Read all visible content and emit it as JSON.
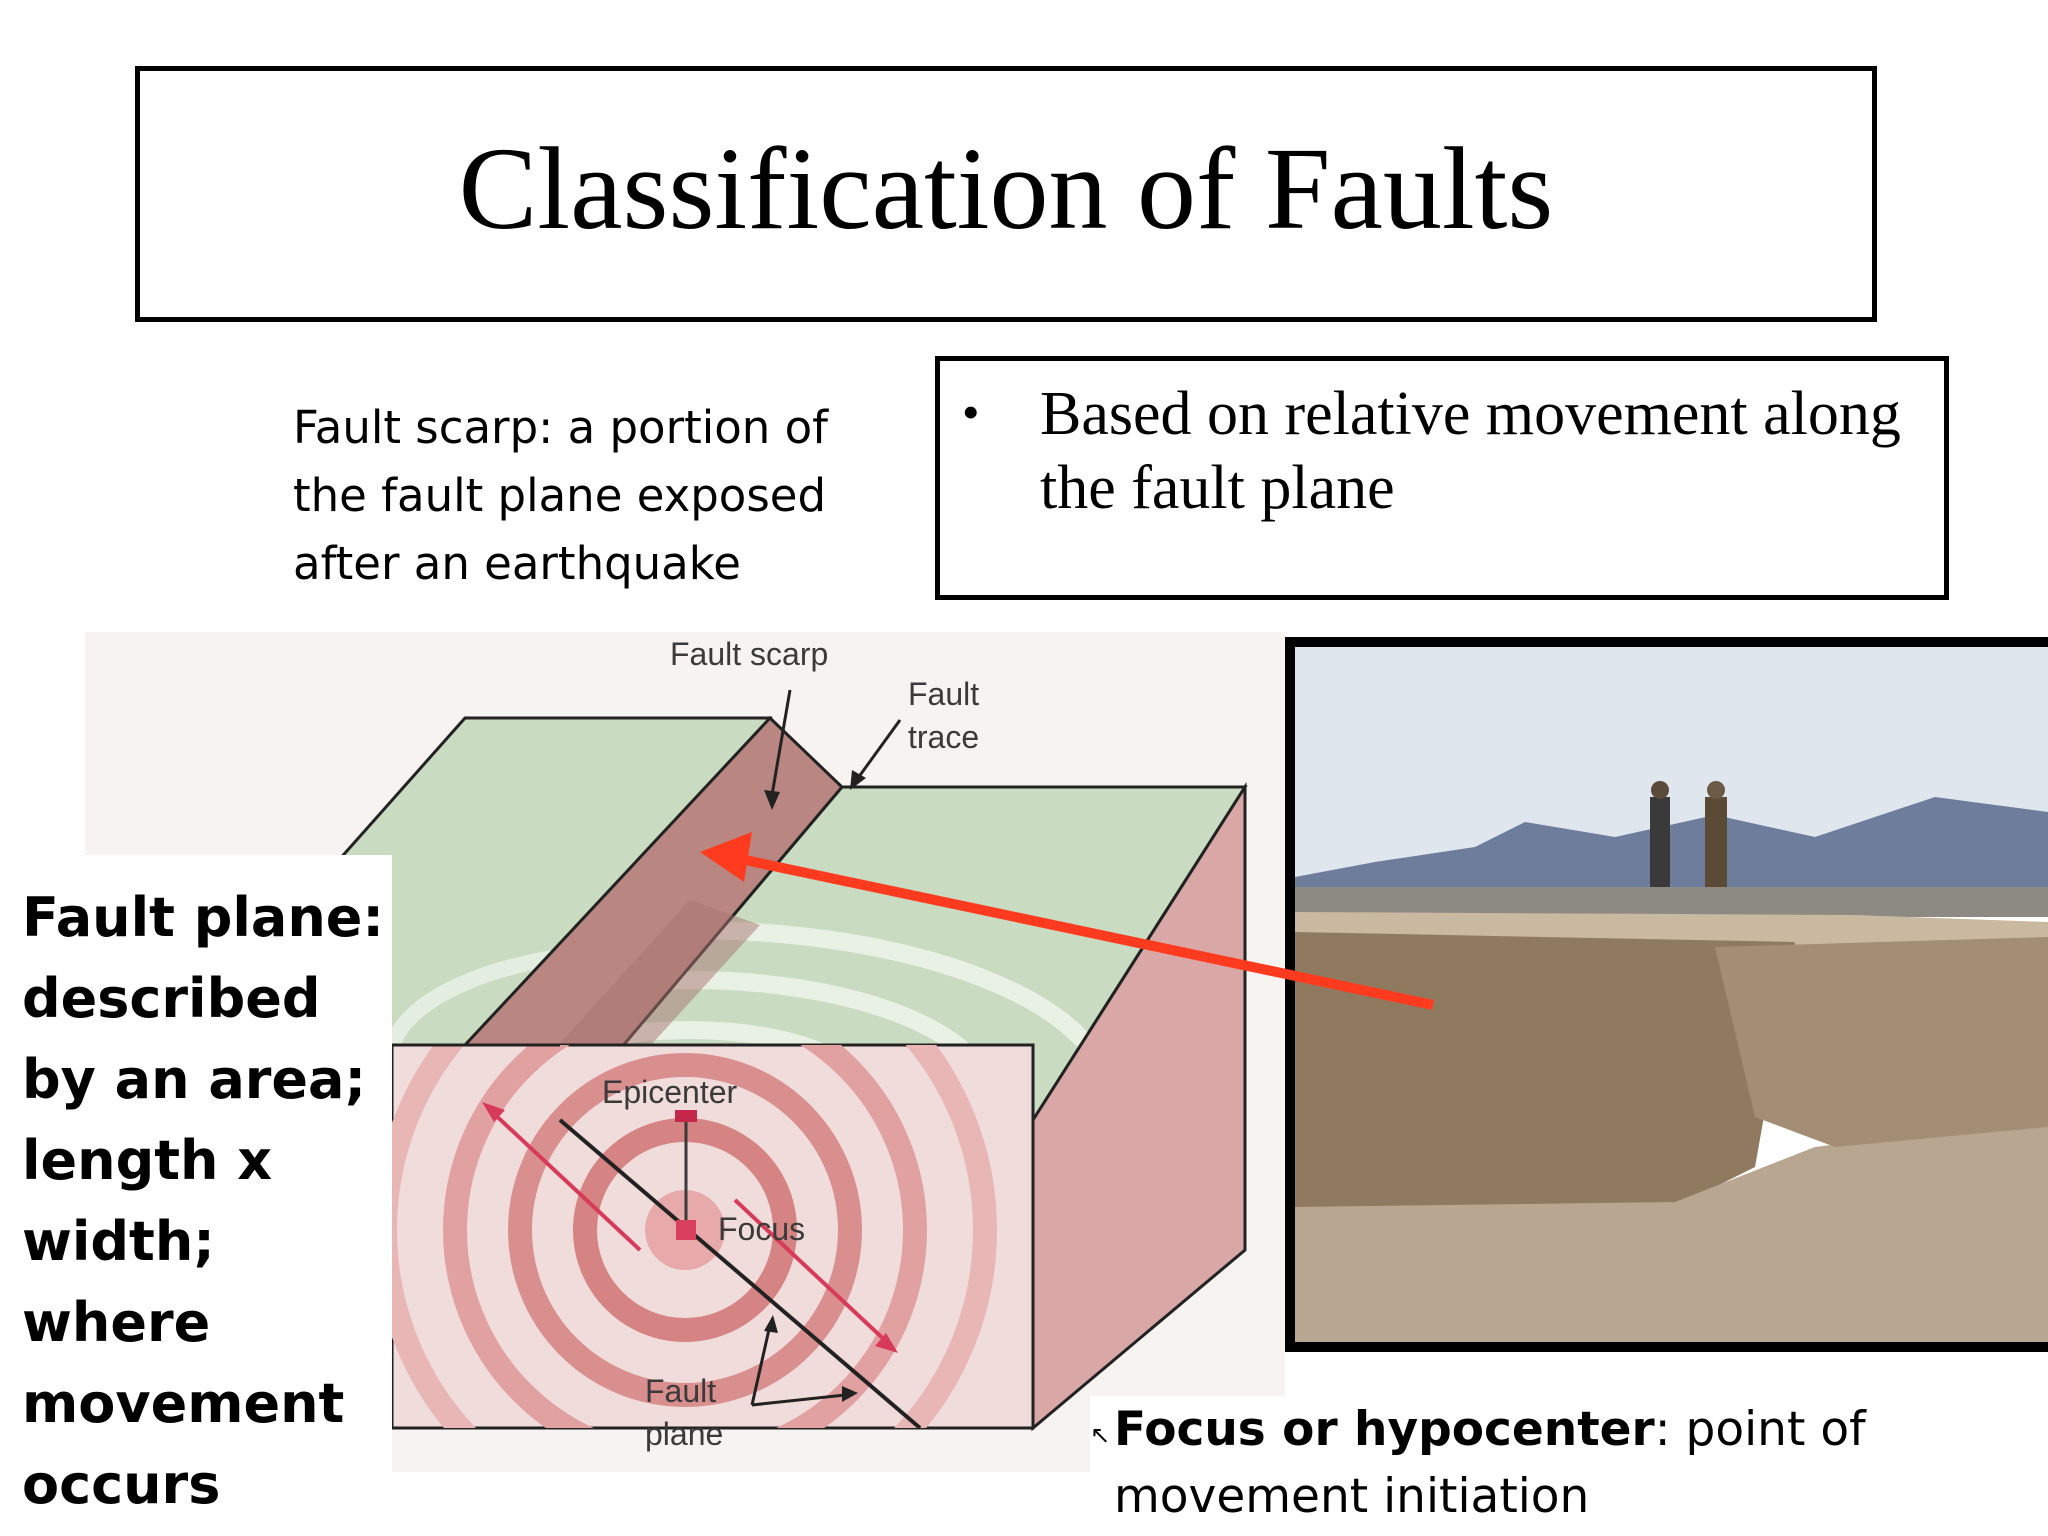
{
  "slide": {
    "title": "Classification of Faults",
    "scarp_definition": "Fault scarp: a portion of the fault plane exposed after an earthquake",
    "bullet": "Based on relative movement along the fault plane",
    "fault_plane_definition": "Fault plane: described by an area; length x width; where movement occurs",
    "focus_term": "Focus or hypocenter",
    "focus_definition": ": point of movement initiation"
  },
  "diagram": {
    "labels": {
      "fault_scarp": "Fault scarp",
      "fault_line1": "Fault",
      "trace_line2": "trace",
      "epicenter": "Epicenter",
      "focus": "Focus",
      "fault_plane_line1": "Fault",
      "fault_plane_line2": "plane"
    },
    "colors": {
      "top_surface": "#c9dcc2",
      "rock_side": "#d9a8a6",
      "scarp": "#b98682",
      "wave_ring": "#d98b8b",
      "arrow": "#ff3b1f",
      "slip_arrow": "#d83b5a"
    }
  },
  "photo": {
    "colors": {
      "sky": "#dfe6ee",
      "mountains": "#6f7d9c",
      "ground": "#a38d74"
    }
  }
}
